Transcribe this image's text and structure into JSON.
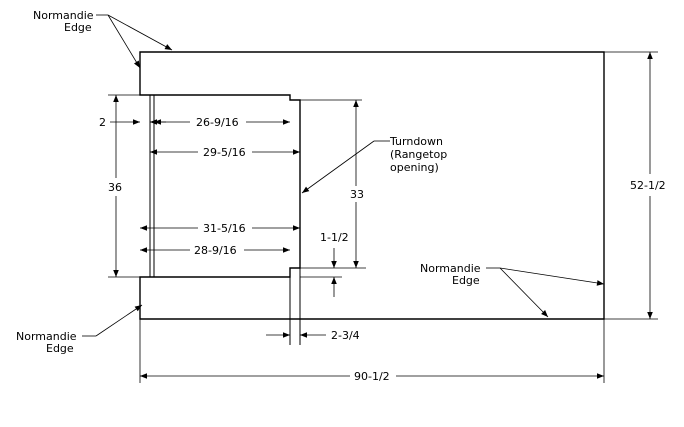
{
  "labels": {
    "normandie_edge_top_left": [
      "Normandie",
      "Edge"
    ],
    "normandie_edge_bottom_left": [
      "Normandie",
      "Edge"
    ],
    "normandie_edge_right": [
      "Normandie",
      "Edge"
    ],
    "turndown": [
      "Turndown",
      "(Rangetop",
      "opening)"
    ]
  },
  "dimensions": {
    "d2": "2",
    "d26_9_16": "26-9/16",
    "d29_5_16": "29-5/16",
    "d36": "36",
    "d33": "33",
    "d31_5_16": "31-5/16",
    "d28_9_16": "28-9/16",
    "d1_1_2": "1-1/2",
    "d2_3_4": "2-3/4",
    "d52_1_2": "52-1/2",
    "d90_1_2": "90-1/2"
  },
  "colors": {
    "line": "#000000",
    "background": "#ffffff"
  }
}
